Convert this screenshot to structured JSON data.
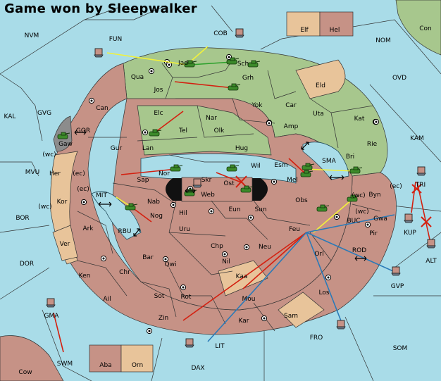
{
  "title": "Game won by Sleepwalker",
  "colors": {
    "sea": "#a9dce8",
    "red_territory": "#c69286",
    "green_territory": "#a7c78d",
    "neutral_land": "#e8c49a",
    "impassable": "#8c8c8c",
    "order_move": "#d42010",
    "order_support": "#f2f23a",
    "order_convoy": "#2a7ab8",
    "order_hold": "#2aa02a"
  },
  "land_labels": [
    {
      "id": "jad",
      "text": "Jad"
    },
    {
      "id": "sch",
      "text": "Sch"
    },
    {
      "id": "qua",
      "text": "Qua"
    },
    {
      "id": "grh",
      "text": "Grh"
    },
    {
      "id": "jos",
      "text": "Jos"
    },
    {
      "id": "eld",
      "text": "Eld"
    },
    {
      "id": "can",
      "text": "Can"
    },
    {
      "id": "yok",
      "text": "Yok"
    },
    {
      "id": "car",
      "text": "Car"
    },
    {
      "id": "uta",
      "text": "Uta"
    },
    {
      "id": "elc",
      "text": "Elc"
    },
    {
      "id": "nar",
      "text": "Nar"
    },
    {
      "id": "kat",
      "text": "Kat"
    },
    {
      "id": "tel",
      "text": "Tel"
    },
    {
      "id": "amp",
      "text": "Amp"
    },
    {
      "id": "olk",
      "text": "Olk"
    },
    {
      "id": "gur",
      "text": "Gur"
    },
    {
      "id": "rie",
      "text": "Rie"
    },
    {
      "id": "lan",
      "text": "Lan"
    },
    {
      "id": "hug",
      "text": "Hug"
    },
    {
      "id": "bri",
      "text": "Bri"
    },
    {
      "id": "gaw",
      "text": "Gaw"
    },
    {
      "id": "esm",
      "text": "Esm"
    },
    {
      "id": "wil",
      "text": "Wil"
    },
    {
      "id": "skr",
      "text": "Skr"
    },
    {
      "id": "nor",
      "text": "Nor"
    },
    {
      "id": "her",
      "text": "Her"
    },
    {
      "id": "sap",
      "text": "Sap"
    },
    {
      "id": "mel",
      "text": "Mel"
    },
    {
      "id": "ost",
      "text": "Ost"
    },
    {
      "id": "web",
      "text": "Web"
    },
    {
      "id": "byn",
      "text": "Byn"
    },
    {
      "id": "kor",
      "text": "Kor"
    },
    {
      "id": "nab",
      "text": "Nab"
    },
    {
      "id": "obs",
      "text": "Obs"
    },
    {
      "id": "eun",
      "text": "Eun"
    },
    {
      "id": "sun",
      "text": "Sun"
    },
    {
      "id": "hil",
      "text": "Hil"
    },
    {
      "id": "gwa",
      "text": "Gwa"
    },
    {
      "id": "nog",
      "text": "Nog"
    },
    {
      "id": "ark",
      "text": "Ark"
    },
    {
      "id": "pir",
      "text": "Pir"
    },
    {
      "id": "uru",
      "text": "Uru"
    },
    {
      "id": "feu",
      "text": "Feu"
    },
    {
      "id": "ver",
      "text": "Ver"
    },
    {
      "id": "chp",
      "text": "Chp"
    },
    {
      "id": "neu",
      "text": "Neu"
    },
    {
      "id": "orl",
      "text": "Orl"
    },
    {
      "id": "bar",
      "text": "Bar"
    },
    {
      "id": "qwi",
      "text": "Qwi"
    },
    {
      "id": "nil",
      "text": "Nil"
    },
    {
      "id": "ken",
      "text": "Ken"
    },
    {
      "id": "chr",
      "text": "Chr"
    },
    {
      "id": "kaa",
      "text": "Kaa"
    },
    {
      "id": "los",
      "text": "Los"
    },
    {
      "id": "sot",
      "text": "Sot"
    },
    {
      "id": "rot",
      "text": "Rot"
    },
    {
      "id": "ail",
      "text": "Ail"
    },
    {
      "id": "mou",
      "text": "Mou"
    },
    {
      "id": "sam",
      "text": "Sam"
    },
    {
      "id": "zin",
      "text": "Zin"
    },
    {
      "id": "kar",
      "text": "Kar"
    },
    {
      "id": "elf",
      "text": "Elf"
    },
    {
      "id": "hel",
      "text": "Hel"
    },
    {
      "id": "con",
      "text": "Con"
    },
    {
      "id": "aba",
      "text": "Aba"
    },
    {
      "id": "orn",
      "text": "Orn"
    },
    {
      "id": "cow",
      "text": "Cow"
    }
  ],
  "sea_labels": [
    {
      "id": "nvm",
      "text": "NVM"
    },
    {
      "id": "fun",
      "text": "FUN"
    },
    {
      "id": "cob",
      "text": "COB"
    },
    {
      "id": "nom",
      "text": "NOM"
    },
    {
      "id": "ovd",
      "text": "OVD"
    },
    {
      "id": "kal",
      "text": "KAL"
    },
    {
      "id": "gvg",
      "text": "GVG"
    },
    {
      "id": "gor",
      "text": "GOR"
    },
    {
      "id": "kam",
      "text": "KAM"
    },
    {
      "id": "sma",
      "text": "SMA"
    },
    {
      "id": "mvu",
      "text": "MVU"
    },
    {
      "id": "mit",
      "text": "MIT"
    },
    {
      "id": "tri",
      "text": "TRI"
    },
    {
      "id": "bor",
      "text": "BOR"
    },
    {
      "id": "buc",
      "text": "BUC"
    },
    {
      "id": "kup",
      "text": "KUP"
    },
    {
      "id": "rbu",
      "text": "RBU"
    },
    {
      "id": "rod",
      "text": "ROD"
    },
    {
      "id": "alt",
      "text": "ALT"
    },
    {
      "id": "dor",
      "text": "DOR"
    },
    {
      "id": "gvp",
      "text": "GVP"
    },
    {
      "id": "gma",
      "text": "GMA"
    },
    {
      "id": "fro",
      "text": "FRO"
    },
    {
      "id": "lit",
      "text": "LIT"
    },
    {
      "id": "som",
      "text": "SOM"
    },
    {
      "id": "swm",
      "text": "SWM"
    },
    {
      "id": "dax",
      "text": "DAX"
    }
  ],
  "coast_labels": [
    {
      "id": "wc1",
      "text": "(wc)"
    },
    {
      "id": "ec1",
      "text": "(ec)"
    },
    {
      "id": "ec2",
      "text": "(ec)"
    },
    {
      "id": "wc2",
      "text": "(wc)"
    },
    {
      "id": "wc3",
      "text": "(wc)"
    },
    {
      "id": "ec3",
      "text": "(ec)"
    },
    {
      "id": "wc4",
      "text": "(wc)"
    }
  ]
}
